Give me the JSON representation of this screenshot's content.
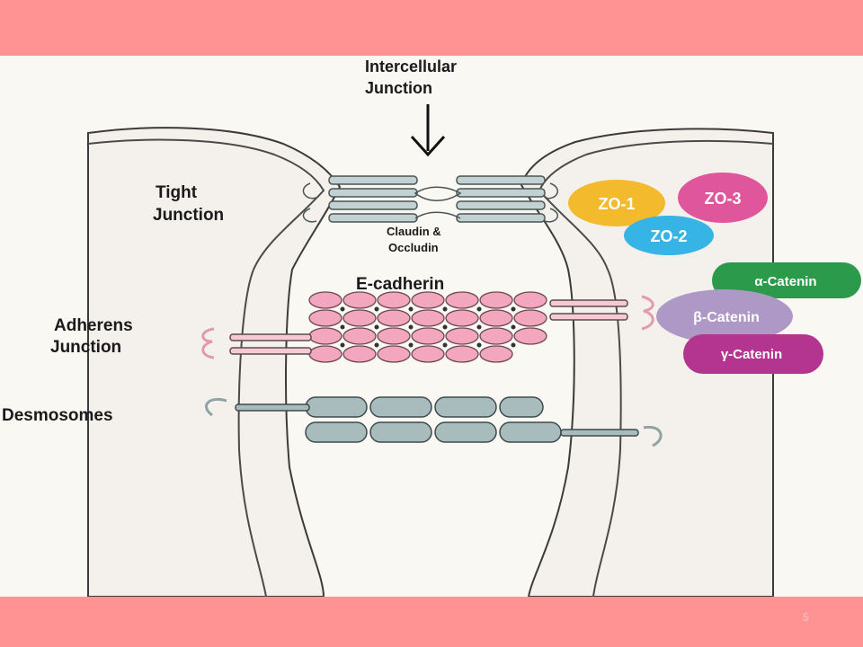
{
  "labels": {
    "intercellular_1": "Intercellular",
    "intercellular_2": "Junction",
    "tight_1": "Tight",
    "tight_2": "Junction",
    "claudin_1": "Claudin &",
    "claudin_2": "Occludin",
    "ecadherin": "E-cadherin",
    "adherens_1": "Adherens",
    "adherens_2": "Junction",
    "desmosomes": "Desmosomes"
  },
  "proteins": {
    "zo1": "ZO-1",
    "zo3": "ZO-3",
    "zo2": "ZO-2",
    "alpha_catenin": "α-Catenin",
    "beta_catenin": "β-Catenin",
    "gamma_catenin": "γ-Catenin"
  },
  "colors": {
    "band": "#ff9393",
    "cell_fill": "#f4f1ec",
    "tight_strand": "#c2d1d1",
    "cadherin_pink": "#f2a7be",
    "desmosome_gray": "#a9bcbd",
    "zo1": "#f4ba2e",
    "zo3": "#e0569d",
    "zo2": "#36b4e5",
    "alpha_catenin": "#2b9a4b",
    "beta_catenin": "#ae98c6",
    "gamma_catenin": "#b3358f"
  },
  "slide_number": "5"
}
